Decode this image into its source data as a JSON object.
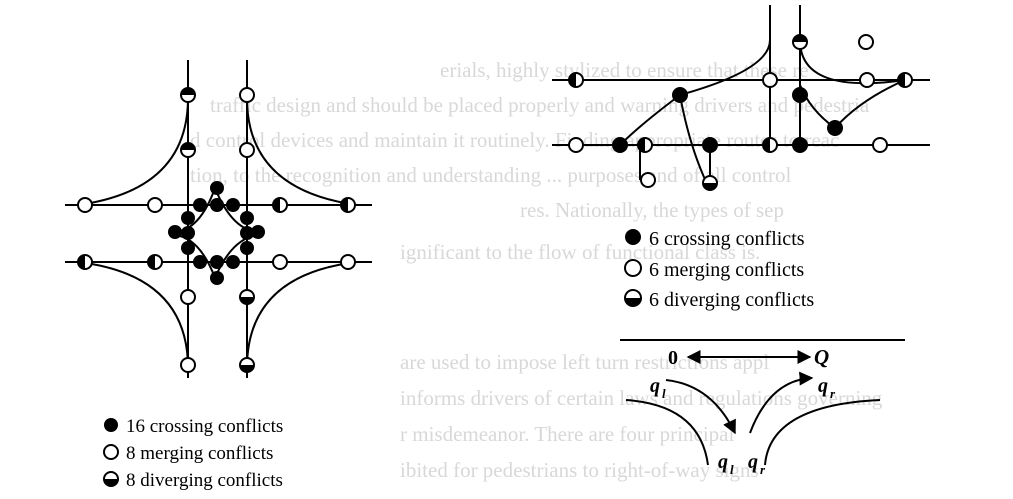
{
  "left_diagram": {
    "legend": [
      {
        "symbol": "filled-circle",
        "text": "16 crossing conflicts"
      },
      {
        "symbol": "open-circle",
        "text": "8 merging conflicts"
      },
      {
        "symbol": "half-filled-circle",
        "text": "8 diverging conflicts"
      }
    ]
  },
  "right_diagram": {
    "legend": [
      {
        "symbol": "filled-circle",
        "text": "6 crossing conflicts"
      },
      {
        "symbol": "open-circle",
        "text": "6 merging conflicts"
      },
      {
        "symbol": "half-filled-circle",
        "text": "6 diverging conflicts"
      }
    ]
  },
  "flow_diagram": {
    "origin_label": "0",
    "destination_label": "Q",
    "left_flow": "q",
    "left_flow_sub": "l",
    "right_flow": "q",
    "right_flow_sub": "r"
  },
  "background_text": [
    "erials, highly stylized to ensure that these re",
    "traffic design and should be placed properly and warning drivers and pedestria",
    "d control devices and maintain it routinely. Finding appropriate routes to reac",
    "tion, to the recognition and understanding ... purposes and of all control",
    "res. Nationally, the types of sep",
    "ignificant to the flow of functional class is.",
    "are used to impose left turn restrictions appl",
    "informs drivers of certain laws and regulations governing",
    "r misdemeanor. There are four principal",
    "ibited for pedestrians to right-of-way signs"
  ]
}
